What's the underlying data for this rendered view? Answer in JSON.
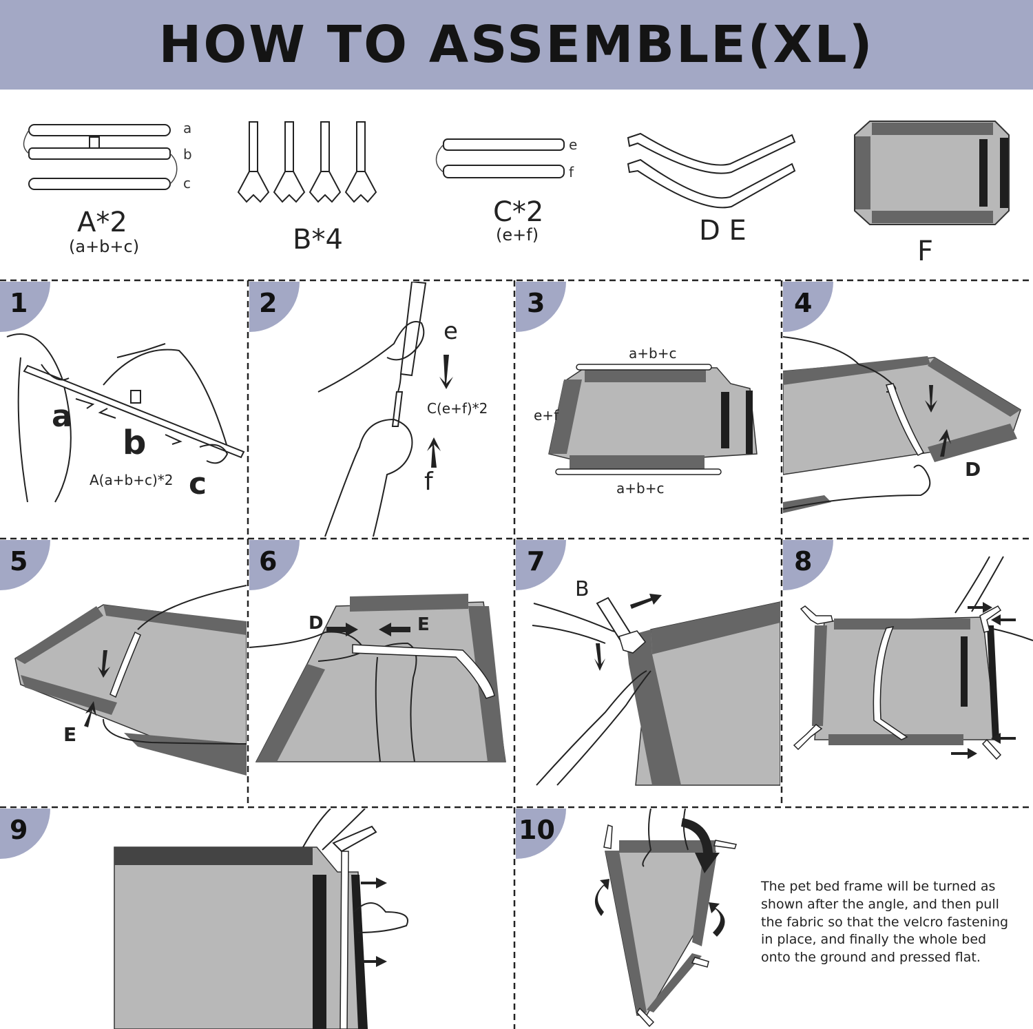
{
  "header": {
    "title": "HOW TO ASSEMBLE(XL)"
  },
  "parts": {
    "a_label": "A*2",
    "a_sub": "(a+b+c)",
    "a_pieces": [
      "a",
      "b",
      "c"
    ],
    "b_label": "B*4",
    "c_label": "C*2",
    "c_sub": "(e+f)",
    "c_pieces": [
      "e",
      "f"
    ],
    "d_label": "D E",
    "f_label": "F"
  },
  "steps": [
    {
      "num": "1",
      "labels": [
        "a",
        "b",
        "c"
      ],
      "caption": "A(a+b+c)*2"
    },
    {
      "num": "2",
      "labels": [
        "e",
        "f"
      ],
      "caption": "C(e+f)*2"
    },
    {
      "num": "3",
      "labels": [
        "a+b+c",
        "e+f",
        "a+b+c"
      ]
    },
    {
      "num": "4",
      "labels": [
        "D"
      ]
    },
    {
      "num": "5",
      "labels": [
        "E"
      ]
    },
    {
      "num": "6",
      "labels": [
        "D",
        "E"
      ]
    },
    {
      "num": "7",
      "labels": [
        "B"
      ]
    },
    {
      "num": "8"
    },
    {
      "num": "9"
    },
    {
      "num": "10",
      "description": "The pet bed frame will be turned as shown after the angle, and then pull the fabric so that the velcro fastening in place, and finally the whole bed onto the ground and pressed flat."
    }
  ],
  "colors": {
    "banner": "#a3a8c5",
    "fabric": "#b8b8b8",
    "border": "#666666",
    "velcro": "#1e1e1e"
  }
}
